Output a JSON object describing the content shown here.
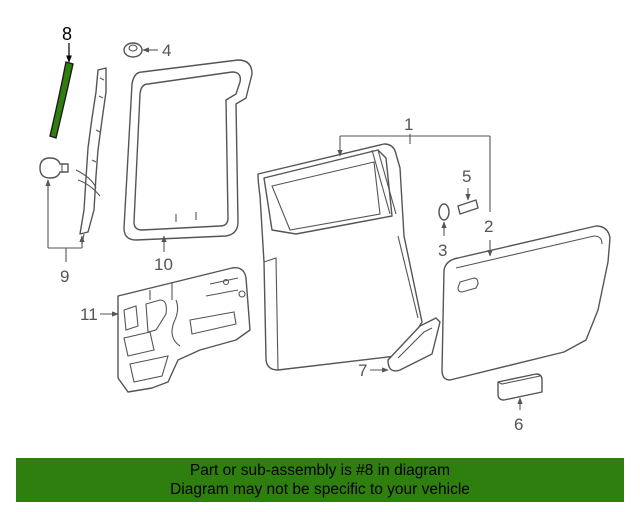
{
  "callouts": {
    "c1": "1",
    "c2": "2",
    "c3": "3",
    "c4": "4",
    "c5": "5",
    "c6": "6",
    "c7": "7",
    "c8": "8",
    "c9": "9",
    "c10": "10",
    "c11": "11"
  },
  "banner": {
    "line1": "Part or sub-assembly is #8 in diagram",
    "line2": "Diagram may not be specific to your vehicle"
  },
  "colors": {
    "highlight": "#2f7f0f",
    "banner_bg": "#2f7f0f",
    "line": "#555555"
  }
}
